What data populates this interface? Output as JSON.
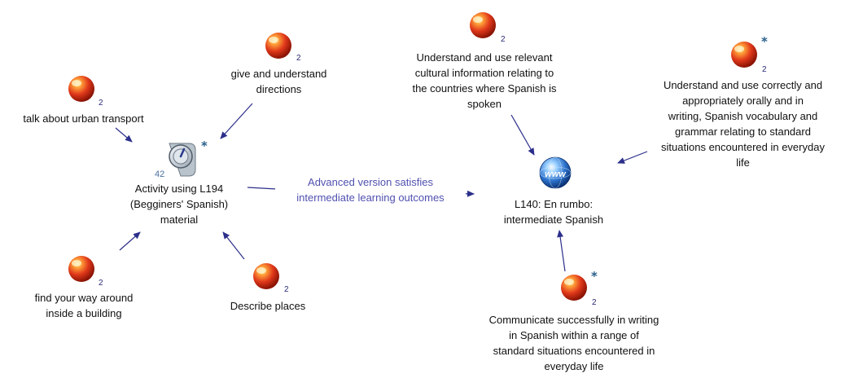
{
  "colors": {
    "edge": "#2c2f8a",
    "edge_label": "#5050b0",
    "node_label": "#111111",
    "count": "#2a2a7a",
    "star": "#2a5f8a",
    "sphere_main": "#d9361a",
    "sphere_highlight": "#ffd36a"
  },
  "nodes": {
    "outcome_transport": {
      "label": "talk about urban transport",
      "count": "2",
      "icon": "red-sphere-icon"
    },
    "outcome_directions": {
      "label": [
        "give and understand",
        "directions"
      ],
      "count": "2",
      "icon": "red-sphere-icon"
    },
    "outcome_building": {
      "label": [
        "find your way around",
        "inside a building"
      ],
      "count": "2",
      "icon": "red-sphere-icon"
    },
    "outcome_places": {
      "label": "Describe places",
      "count": "2",
      "icon": "red-sphere-icon"
    },
    "activity": {
      "label": [
        "Activity using L194",
        "(Begginers' Spanish)",
        "material"
      ],
      "count": "42",
      "star": "*",
      "icon": "activity-gauge-icon"
    },
    "outcome_cultural": {
      "label": [
        "Understand and use relevant",
        "cultural information relating to",
        "the countries where Spanish is",
        "spoken"
      ],
      "count": "2",
      "icon": "red-sphere-icon"
    },
    "outcome_vocab": {
      "label": [
        "Understand and use correctly and",
        "appropriately orally and in",
        "writing, Spanish vocabulary and",
        "grammar relating to standard",
        "situations encountered in everyday",
        "life"
      ],
      "count": "2",
      "star": "*",
      "icon": "red-sphere-icon"
    },
    "course": {
      "label": [
        "L140: En rumbo:",
        "intermediate Spanish"
      ],
      "icon": "www-globe-icon"
    },
    "outcome_writing": {
      "label": [
        "Communicate successfully in writing",
        "in Spanish within a range of",
        "standard situations encountered in",
        "everyday life"
      ],
      "count": "2",
      "star": "*",
      "icon": "red-sphere-icon"
    }
  },
  "edge_label": [
    "Advanced version satisfies",
    "intermediate learning outcomes"
  ]
}
